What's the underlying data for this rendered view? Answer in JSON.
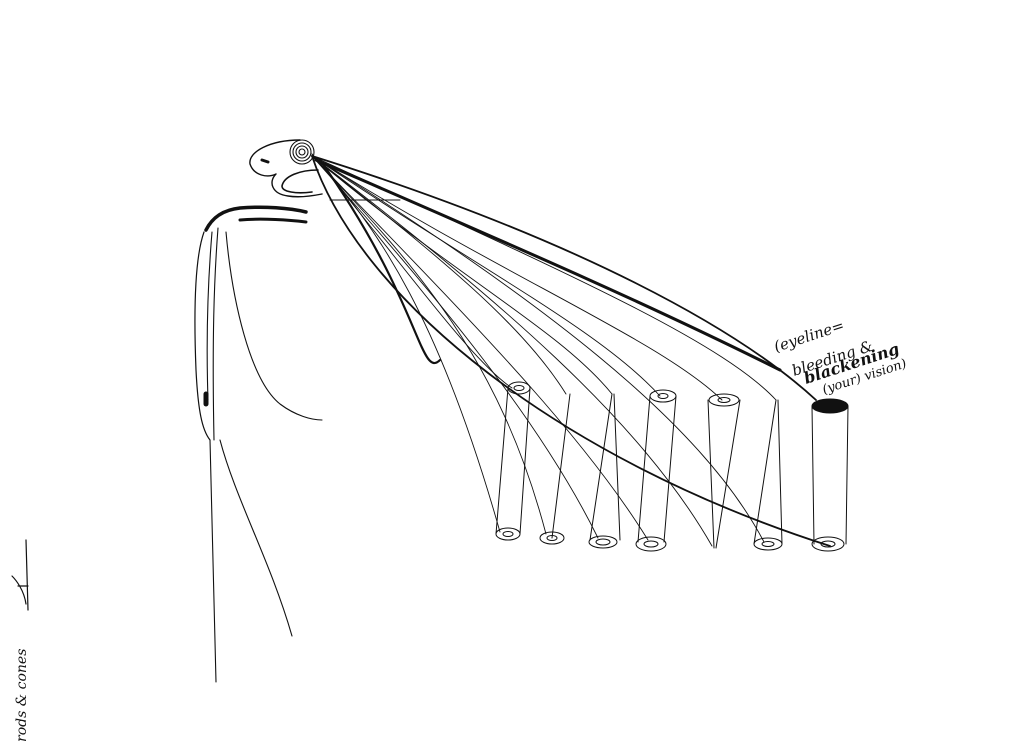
{
  "annotation": {
    "line1": "(eyeline=",
    "line2": "bleeding &",
    "line3": "blackening",
    "line4": "(your) vision)"
  },
  "side_caption": "rods & cones",
  "colors": {
    "ink": "#111111",
    "paper": "#ffffff"
  }
}
